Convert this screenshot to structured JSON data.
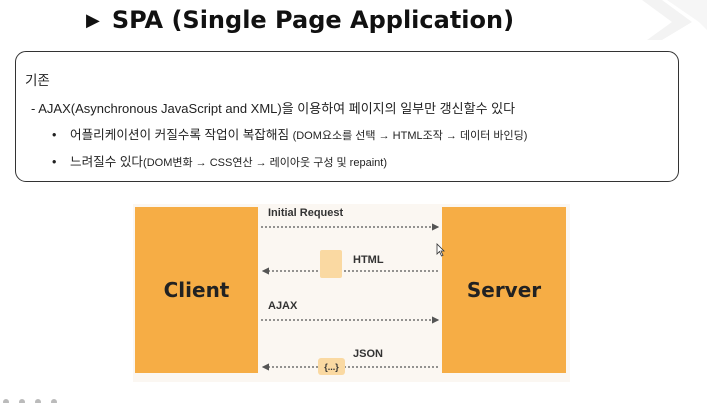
{
  "slide": {
    "title_marker": "▶",
    "title": "SPA (Single Page Application)"
  },
  "box": {
    "heading": "기존",
    "line1": "- AJAX(Asynchronous JavaScript and XML)을 이용하여 페이지의 일부만 갱신할수 있다",
    "line2_bullet": "•",
    "line2_main": "어플리케이션이 커질수록 작업이 복잡해짐 ",
    "line2_detail": "(DOM요소를 선택 → HTML조작 → 데이터 바인딩)",
    "line3_bullet": "•",
    "line3_main": "느려질수 있다",
    "line3_detail": "(DOM변화 → CSS연산 → 레이아웃 구성 및 repaint)"
  },
  "diagram": {
    "client_label": "Client",
    "server_label": "Server",
    "messages": {
      "initial_request": "Initial Request",
      "html": "HTML",
      "ajax": "AJAX",
      "json": "JSON",
      "json_icon_text": "{...}"
    },
    "colors": {
      "node": "#f6ad45",
      "icon": "#fad9a2",
      "arrow": "#555555"
    }
  }
}
